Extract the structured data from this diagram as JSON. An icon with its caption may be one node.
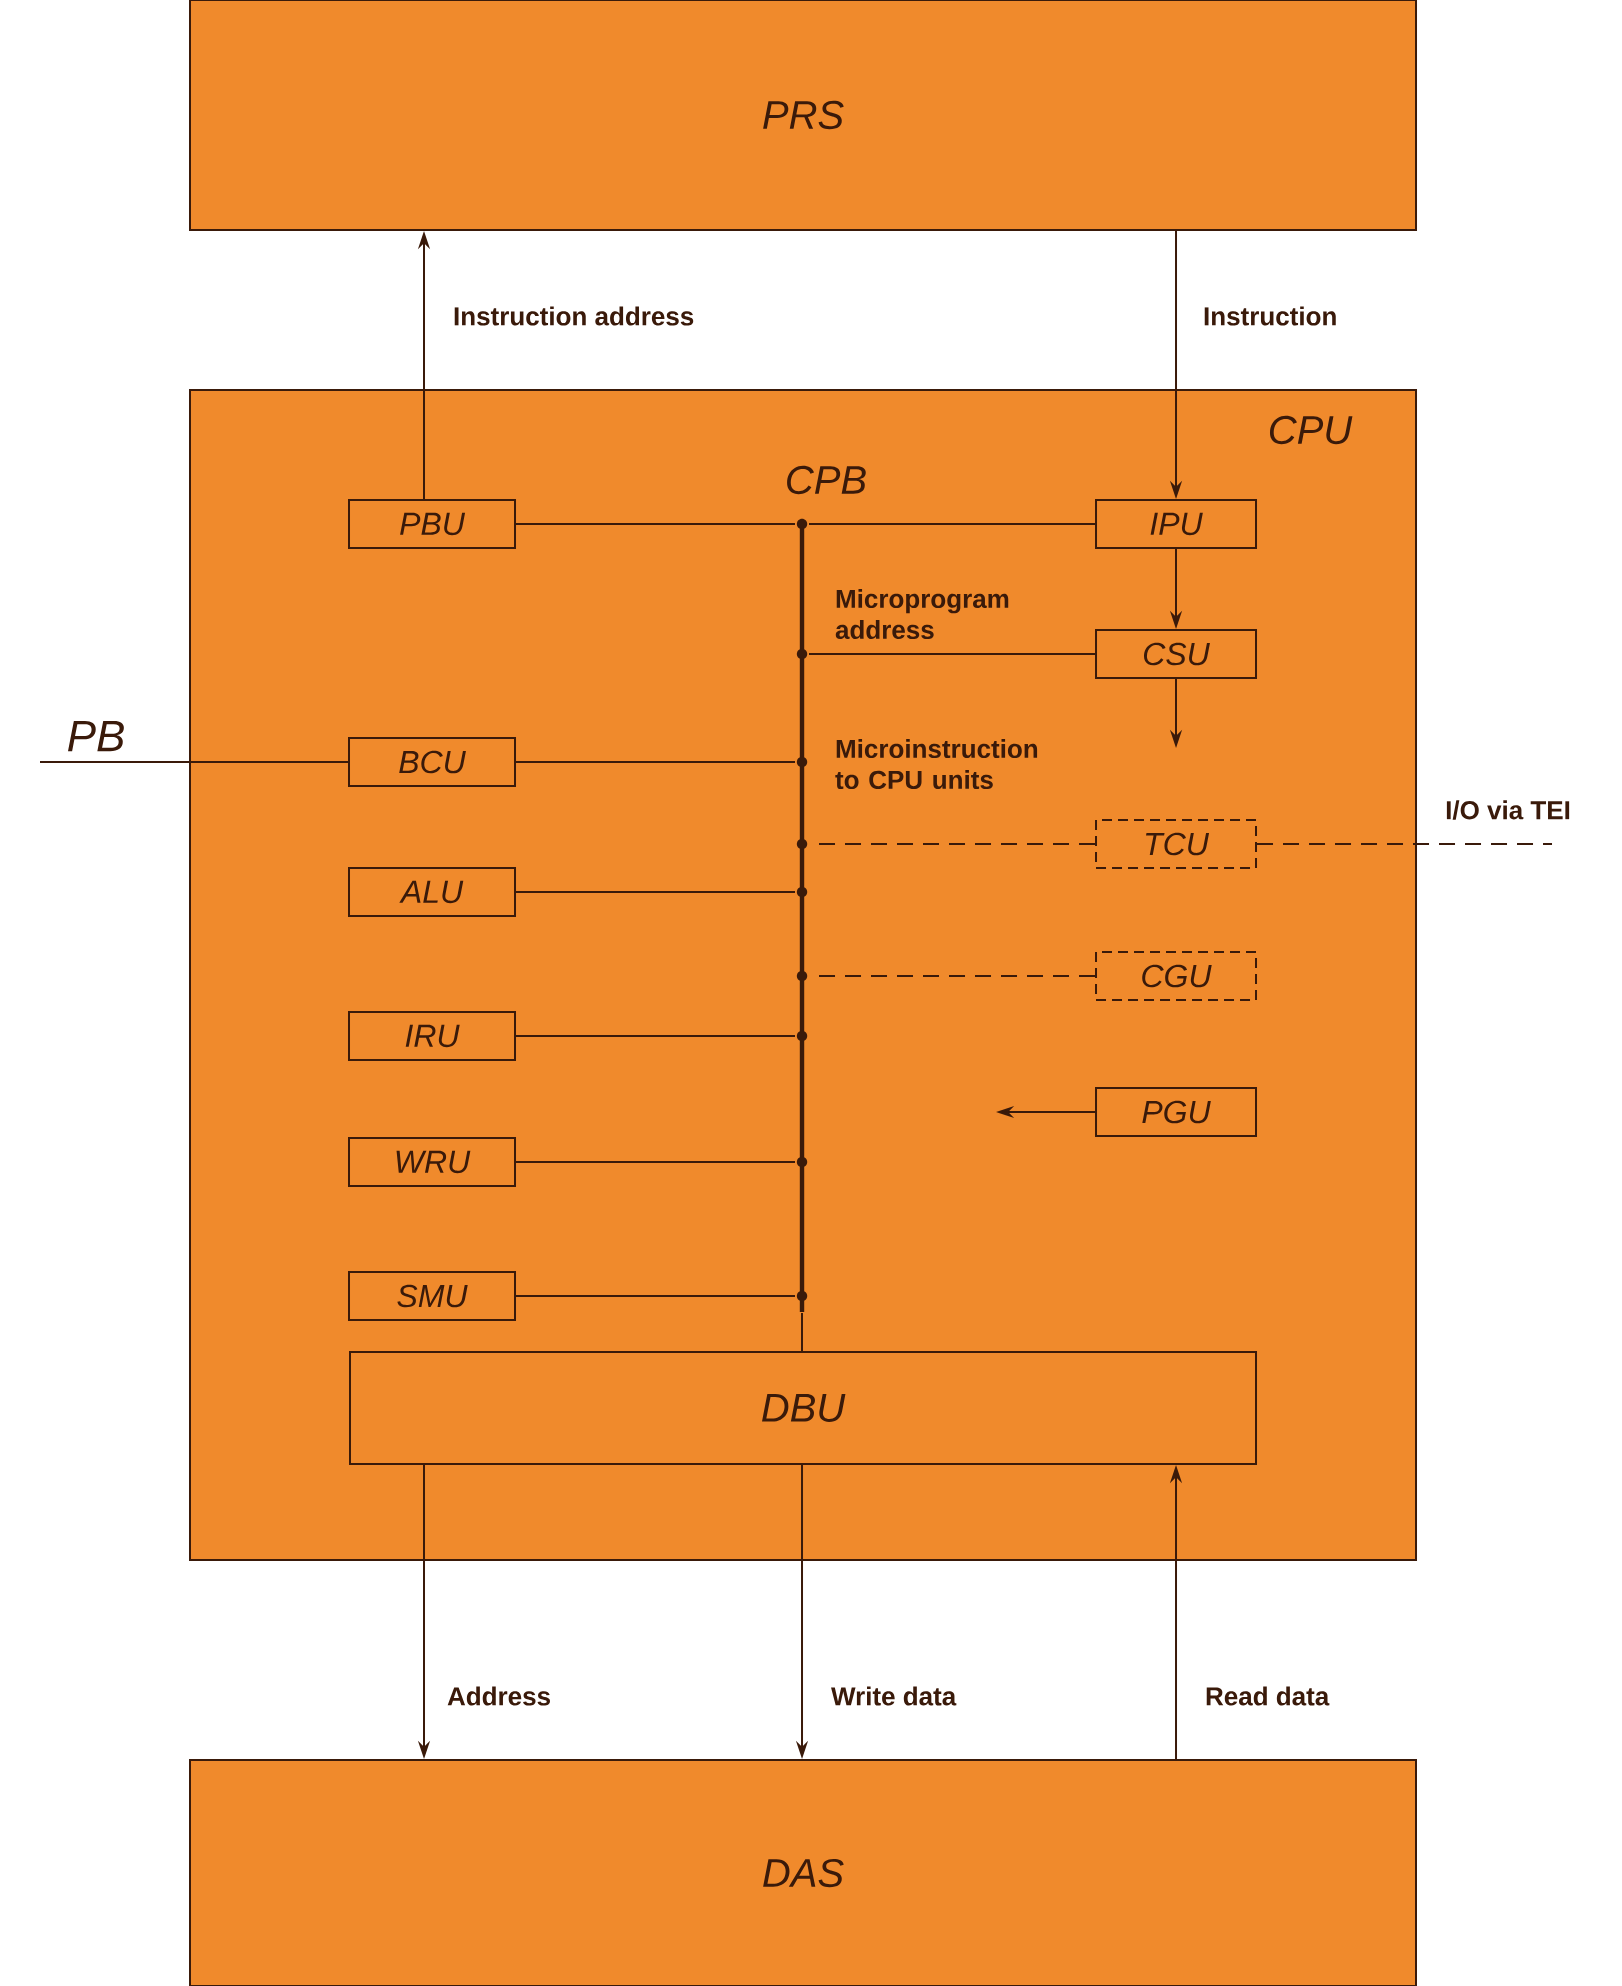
{
  "diagram": {
    "nodes": [
      {
        "text": [
          "PRS"
        ]
      },
      {
        "text": [
          "CPU"
        ]
      },
      {
        "text": [
          "PBU"
        ],
        "in": 1
      },
      {
        "text": [
          "IPU"
        ],
        "in": 1
      },
      {
        "text": [
          "CSU"
        ],
        "in": 1
      },
      {
        "text": [
          "BCU"
        ],
        "in": 1
      },
      {
        "text": [
          "TCU"
        ],
        "in": 1
      },
      {
        "text": [
          "ALU"
        ],
        "in": 1
      },
      {
        "text": [
          "CGU"
        ],
        "in": 1
      },
      {
        "text": [
          "IRU"
        ],
        "in": 1
      },
      {
        "text": [
          "PGU"
        ],
        "in": 1
      },
      {
        "text": [
          "WRU"
        ],
        "in": 1
      },
      {
        "text": [
          "SMU"
        ],
        "in": 1
      },
      {
        "text": [],
        "shape": "bar",
        "in": 1
      },
      {
        "text": [
          "DBU"
        ],
        "in": 1
      },
      {
        "text": [
          "DAS"
        ]
      }
    ],
    "edges": [
      {
        "from": 2,
        "to": 0,
        "arrow": "to",
        "label": "Instruction address"
      },
      {
        "from": 0,
        "to": 3,
        "arrow": "to",
        "label": "Instruction"
      },
      {
        "from": 2,
        "to": 13,
        "arrow": "none"
      },
      {
        "from": 3,
        "to": 13,
        "arrow": "none"
      },
      {
        "from": 3,
        "to": 4,
        "arrow": "to"
      },
      {
        "from": 4,
        "to": 13,
        "arrow": "none"
      },
      {
        "from": 4,
        "to": null,
        "arrow": "to"
      },
      {
        "from": null,
        "to": 5,
        "arrow": "none",
        "label": "PB"
      },
      {
        "from": 5,
        "to": 13,
        "arrow": "none"
      },
      {
        "from": 6,
        "to": 13,
        "arrow": "none",
        "style": "dashed"
      },
      {
        "from": 6,
        "to": null,
        "arrow": "none",
        "style": "dashed",
        "label": "I/O via TEI"
      },
      {
        "from": 7,
        "to": 13,
        "arrow": "none"
      },
      {
        "from": 8,
        "to": 13,
        "arrow": "none",
        "style": "dashed"
      },
      {
        "from": 9,
        "to": 13,
        "arrow": "none"
      },
      {
        "from": 10,
        "to": null,
        "arrow": "to"
      },
      {
        "from": 11,
        "to": 13,
        "arrow": "none"
      },
      {
        "from": 12,
        "to": 13,
        "arrow": "none"
      },
      {
        "from": 13,
        "to": 14,
        "arrow": "none"
      },
      {
        "from": 14,
        "to": 15,
        "arrow": "to",
        "label": "Address"
      },
      {
        "from": 14,
        "to": 15,
        "arrow": "to",
        "label": "Write data"
      },
      {
        "from": 15,
        "to": 14,
        "arrow": "to",
        "label": "Read data"
      }
    ],
    "labels": [
      "CPB",
      "Microprogram address",
      "Microinstruction to CPU units"
    ]
  }
}
